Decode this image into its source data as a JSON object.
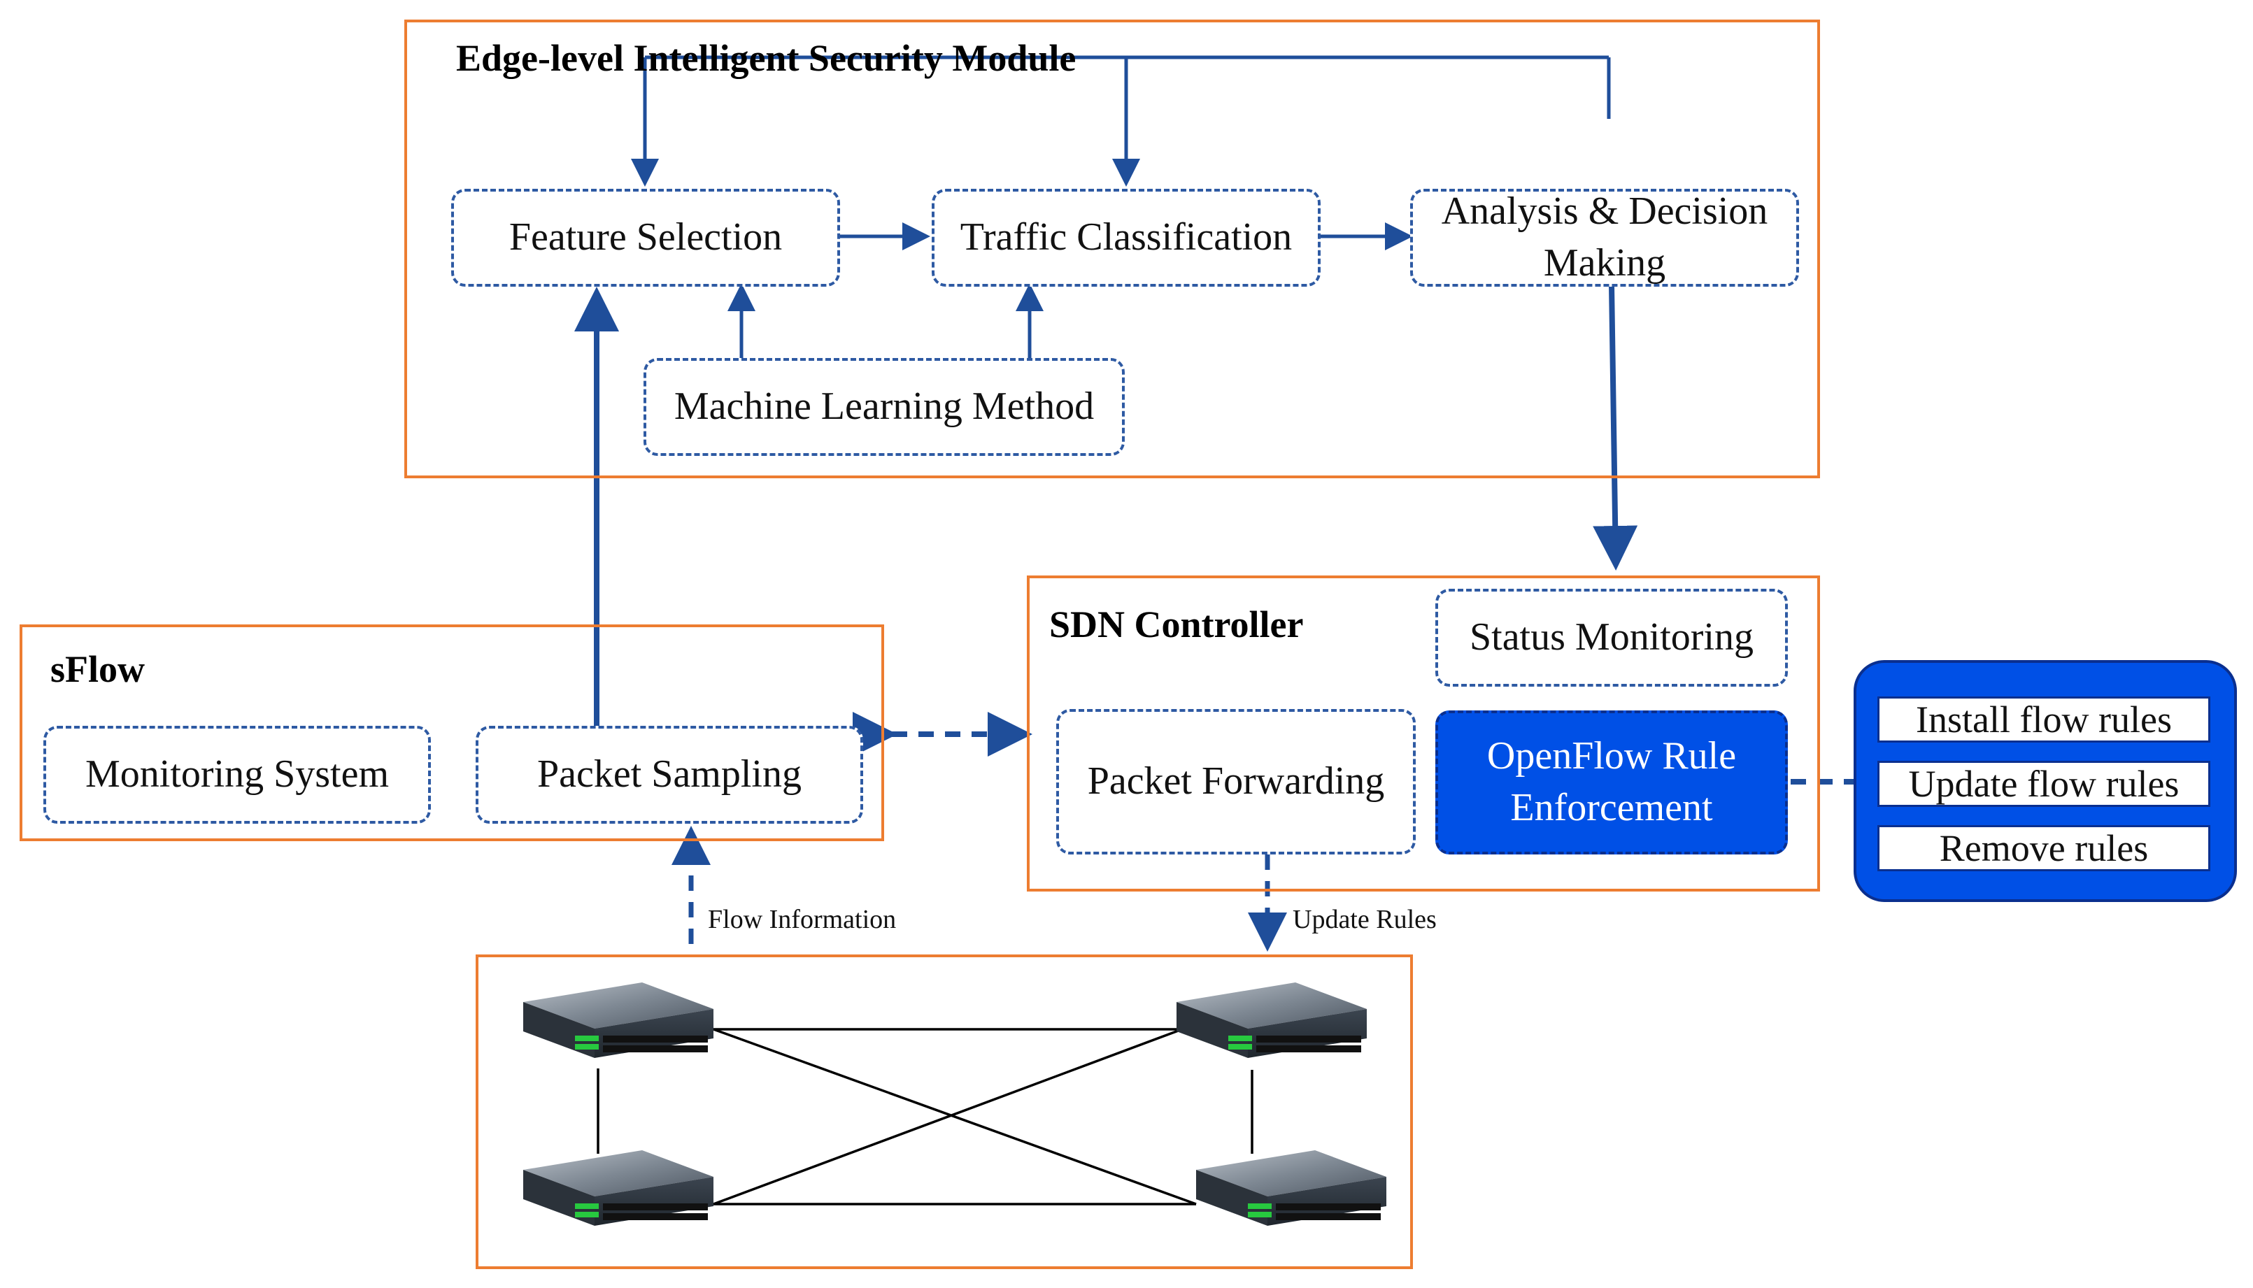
{
  "panels": {
    "security_module": {
      "title": "Edge-level Intelligent Security Module"
    },
    "sflow": {
      "title": "sFlow"
    },
    "sdn_controller": {
      "title": "SDN Controller"
    }
  },
  "nodes": {
    "feature_selection": "Feature Selection",
    "traffic_classification": "Traffic Classification",
    "analysis_decision": "Analysis & Decision Making",
    "machine_learning": "Machine Learning Method",
    "monitoring_system": "Monitoring System",
    "packet_sampling": "Packet Sampling",
    "status_monitoring": "Status Monitoring",
    "packet_forwarding": "Packet Forwarding",
    "openflow_enforcement": "OpenFlow Rule Enforcement"
  },
  "rule_actions": [
    "Install flow rules",
    "Update flow rules",
    "Remove rules"
  ],
  "edge_labels": {
    "flow_information": "Flow Information",
    "update_rules": "Update Rules"
  },
  "colors": {
    "panel_border": "#ED7D31",
    "node_border": "#2E5AA3",
    "arrow": "#1F4E9A",
    "highlight": "#0050E6"
  }
}
